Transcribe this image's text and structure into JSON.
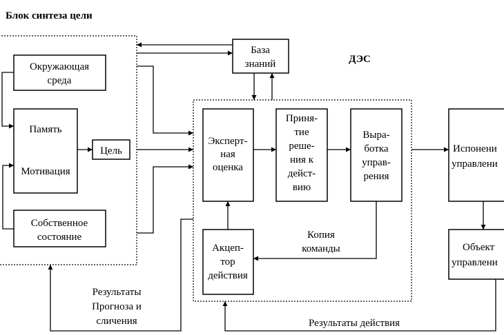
{
  "title": "Блок синтеза цели",
  "des_label": "ДЭС",
  "blocks": {
    "environment": [
      "Окружающая",
      "среда"
    ],
    "memory": "Память",
    "motivation": "Мотивация",
    "goal": "Цель",
    "own_state": [
      "Собственное",
      "состояние"
    ],
    "knowledge_base": [
      "База",
      "знаний"
    ],
    "expert": [
      "Эксперт-",
      "ная",
      "оценка"
    ],
    "decision": [
      "Приня-",
      "тие",
      "реше-",
      "ния к",
      "дейст-",
      "вию"
    ],
    "control_dev": [
      "Выра-",
      "ботка",
      "управ-",
      "рения"
    ],
    "acceptor": [
      "Акцеп-",
      "тор",
      "действия"
    ],
    "executor": [
      "Испонени",
      "управлени"
    ],
    "object": [
      "Объект",
      "управлени"
    ]
  },
  "labels": {
    "command_copy": [
      "Копия",
      "команды"
    ],
    "results_left": [
      "Результаты",
      "Прогноза и",
      "сличения"
    ],
    "results_action": "Результаты действия"
  }
}
